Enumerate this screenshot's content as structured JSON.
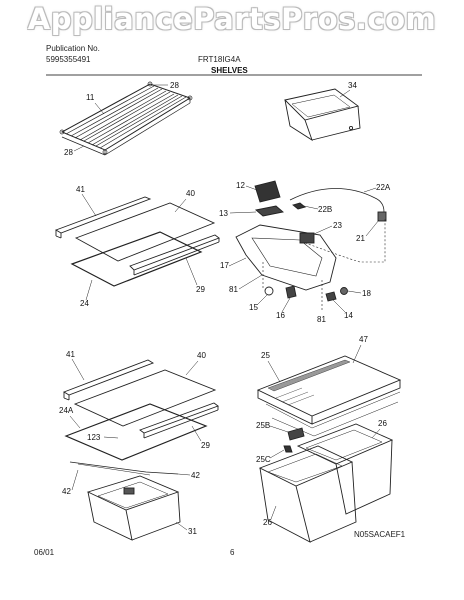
{
  "watermark": "AppliancePartsPros.com",
  "header": {
    "publication_label": "Publication No.",
    "publication_number": "5995355491",
    "model": "FRT18IG4A",
    "section_title": "SHELVES"
  },
  "callouts": {
    "c28a": "28",
    "c11": "11",
    "c28b": "28",
    "c34": "34",
    "c41a": "41",
    "c40a": "40",
    "c24": "24",
    "c29a": "29",
    "c12": "12",
    "c13": "13",
    "c22a": "22A",
    "c22b": "22B",
    "c23": "23",
    "c21": "21",
    "c17": "17",
    "c81a": "81",
    "c15": "15",
    "c16": "16",
    "c81b": "81",
    "c14": "14",
    "c18": "18",
    "c41b": "41",
    "c40b": "40",
    "c24a": "24A",
    "c123": "123",
    "c29b": "29",
    "c42a": "42",
    "c42b": "42",
    "c31": "31",
    "c47": "47",
    "c25": "25",
    "c25b": "25B",
    "c25c": "25C",
    "c26a": "26",
    "c26b": "26"
  },
  "footer": {
    "date": "06/01",
    "page": "6",
    "diagram_code": "N05SACAEF1"
  }
}
